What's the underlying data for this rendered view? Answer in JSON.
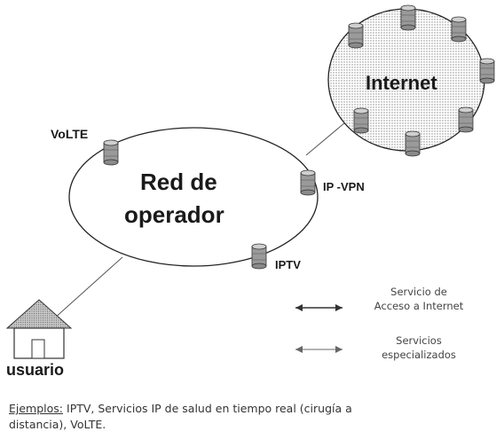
{
  "diagram": {
    "internet_label": "Internet",
    "operator_label_line1": "Red de",
    "operator_label_line2": "operador",
    "nodes": {
      "volte": "VoLTE",
      "ipvpn": "IP -VPN",
      "iptv": "IPTV"
    },
    "user_label": "usuario",
    "legend": {
      "internet_access_line1": "Servicio de",
      "internet_access_line2": "Acceso a Internet",
      "specialized_line1": "Servicios",
      "specialized_line2": "especializados"
    }
  },
  "footnote": {
    "prefix": "Ejemplos:",
    "text_line1": " IPTV, Servicios IP de salud en tiempo real (cirugía a",
    "text_line2": "distancia), VoLTE."
  },
  "colors": {
    "ellipse_stroke": "#222222",
    "dotted_fill": "#dcdcdc",
    "server_fill": "#9a9a9a",
    "text": "#1a1a1a"
  }
}
